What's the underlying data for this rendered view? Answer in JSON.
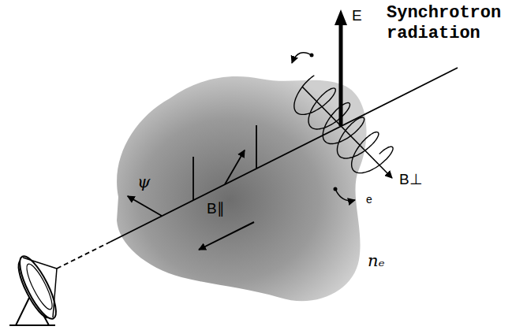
{
  "diagram": {
    "nodes": [
      {
        "text": [
          "ψ",
          "B∥",
          "nₑ"
        ]
      }
    ],
    "labels": [
      "Synchrotron radiation",
      "E",
      "B⊥",
      "e"
    ]
  }
}
